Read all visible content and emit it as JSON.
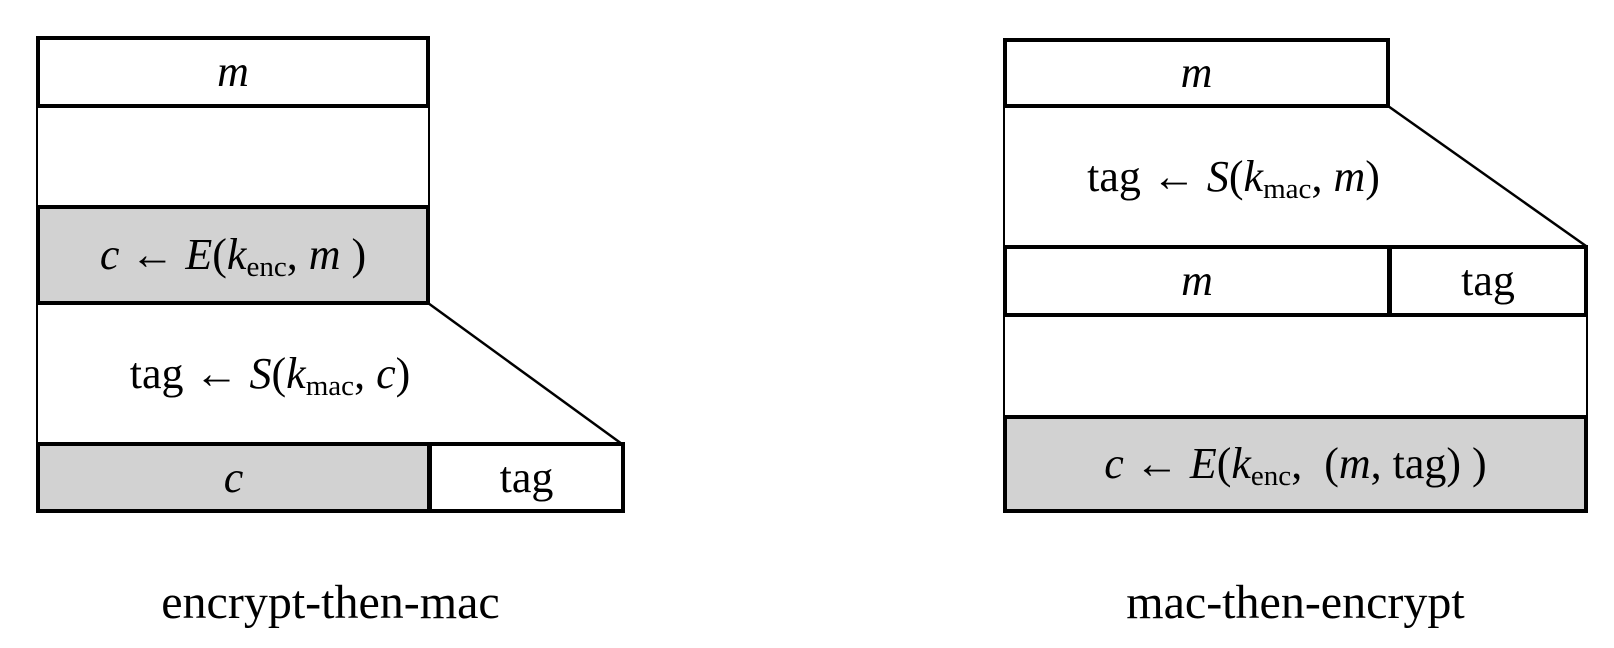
{
  "figure": {
    "background": "#ffffff",
    "line_color": "#000000",
    "shaded_fill": "#d2d2d2"
  },
  "left_diagram": {
    "caption": "encrypt-then-mac",
    "message_box": [
      {
        "t": "m",
        "s": "it"
      }
    ],
    "encrypt_box": [
      {
        "t": "c",
        "s": "it"
      },
      {
        "t": " ← ",
        "s": "rm"
      },
      {
        "t": "E",
        "s": "it"
      },
      {
        "t": "(",
        "s": "rm"
      },
      {
        "t": "k",
        "s": "it"
      },
      {
        "t": "enc",
        "s": "sub"
      },
      {
        "t": ", ",
        "s": "rm"
      },
      {
        "t": "m",
        "s": "it"
      },
      {
        "t": " )",
        "s": "rm"
      }
    ],
    "sign_step": [
      {
        "t": "tag ← ",
        "s": "rm"
      },
      {
        "t": "S",
        "s": "it"
      },
      {
        "t": "(",
        "s": "rm"
      },
      {
        "t": "k",
        "s": "it"
      },
      {
        "t": "mac",
        "s": "sub"
      },
      {
        "t": ", ",
        "s": "rm"
      },
      {
        "t": "c",
        "s": "it"
      },
      {
        "t": ")",
        "s": "rm"
      }
    ],
    "output_ciphertext": [
      {
        "t": "c",
        "s": "it"
      }
    ],
    "output_tag": [
      {
        "t": "tag",
        "s": "rm"
      }
    ]
  },
  "right_diagram": {
    "caption": "mac-then-encrypt",
    "message_box": [
      {
        "t": "m",
        "s": "it"
      }
    ],
    "sign_step": [
      {
        "t": "tag ← ",
        "s": "rm"
      },
      {
        "t": "S",
        "s": "it"
      },
      {
        "t": "(",
        "s": "rm"
      },
      {
        "t": "k",
        "s": "it"
      },
      {
        "t": "mac",
        "s": "sub"
      },
      {
        "t": ", ",
        "s": "rm"
      },
      {
        "t": "m",
        "s": "it"
      },
      {
        "t": ")",
        "s": "rm"
      }
    ],
    "payload_message": [
      {
        "t": "m",
        "s": "it"
      }
    ],
    "payload_tag": [
      {
        "t": "tag",
        "s": "rm"
      }
    ],
    "encrypt_box": [
      {
        "t": "c",
        "s": "it"
      },
      {
        "t": " ← ",
        "s": "rm"
      },
      {
        "t": "E",
        "s": "it"
      },
      {
        "t": "(",
        "s": "rm"
      },
      {
        "t": "k",
        "s": "it"
      },
      {
        "t": "enc",
        "s": "sub"
      },
      {
        "t": ",  (",
        "s": "rm"
      },
      {
        "t": "m",
        "s": "it"
      },
      {
        "t": ", tag) )",
        "s": "rm"
      }
    ]
  }
}
